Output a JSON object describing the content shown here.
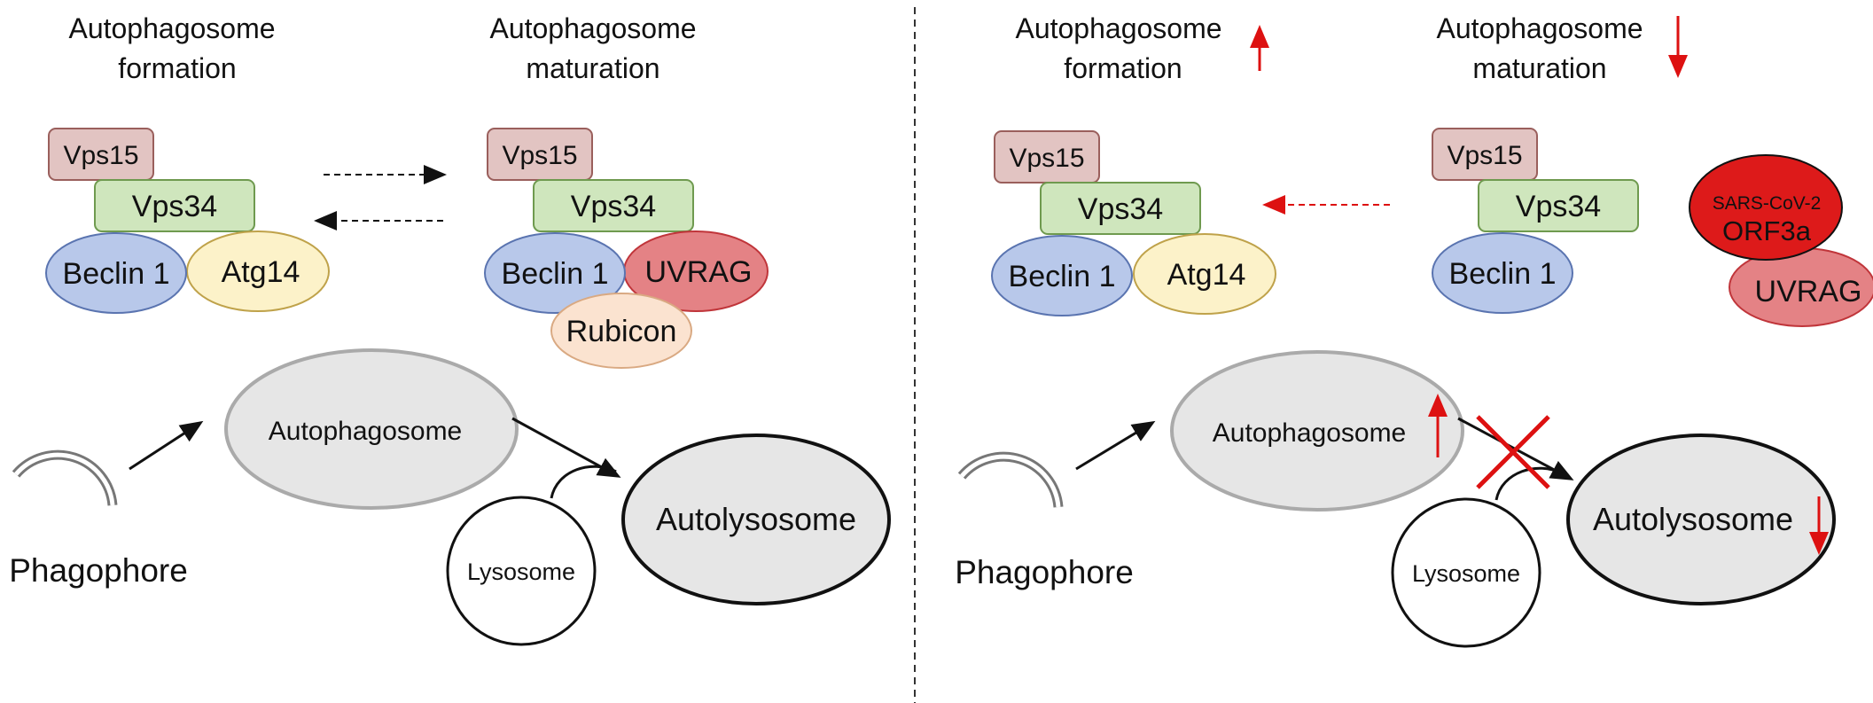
{
  "left_panel": {
    "formation_heading": [
      "Autophagosome",
      "formation"
    ],
    "maturation_heading": [
      "Autophagosome",
      "maturation"
    ],
    "formation_complex": {
      "vps15": "Vps15",
      "vps34": "Vps34",
      "beclin": "Beclin 1",
      "atg14": "Atg14"
    },
    "maturation_complex": {
      "vps15": "Vps15",
      "vps34": "Vps34",
      "beclin": "Beclin 1",
      "uvrag": "UVRAG",
      "rubicon": "Rubicon"
    },
    "pathway": {
      "phagophore": "Phagophore",
      "autophagosome": "Autophagosome",
      "lysosome": "Lysosome",
      "autolysosome": "Autolysosome"
    }
  },
  "right_panel": {
    "formation_heading": [
      "Autophagosome",
      "formation"
    ],
    "maturation_heading": [
      "Autophagosome",
      "maturation"
    ],
    "formation_complex": {
      "vps15": "Vps15",
      "vps34": "Vps34",
      "beclin": "Beclin 1",
      "atg14": "Atg14"
    },
    "maturation_complex": {
      "vps15": "Vps15",
      "vps34": "Vps34",
      "beclin": "Beclin 1"
    },
    "viral": {
      "virus": "SARS-CoV-2",
      "protein": "ORF3a",
      "target": "UVRAG"
    },
    "pathway": {
      "phagophore": "Phagophore",
      "autophagosome": "Autophagosome",
      "lysosome": "Lysosome",
      "autolysosome": "Autolysosome"
    }
  },
  "colors": {
    "vps15_fill": "#e2c4c2",
    "vps15_stroke": "#9a5f5c",
    "vps34_fill": "#cfe6bd",
    "vps34_stroke": "#6f9a4f",
    "beclin_fill": "#b8c8ea",
    "beclin_stroke": "#5a74b0",
    "atg14_fill": "#fcf2c9",
    "atg14_stroke": "#bfa24a",
    "uvrag_fill": "#e48285",
    "uvrag_stroke": "#c0353a",
    "rubicon_fill": "#fbe3d0",
    "rubicon_stroke": "#d9a982",
    "orf3a_fill": "#dd1a1a",
    "vesicle_fill": "#e6e6e6",
    "red_arrow": "#dd1111"
  }
}
